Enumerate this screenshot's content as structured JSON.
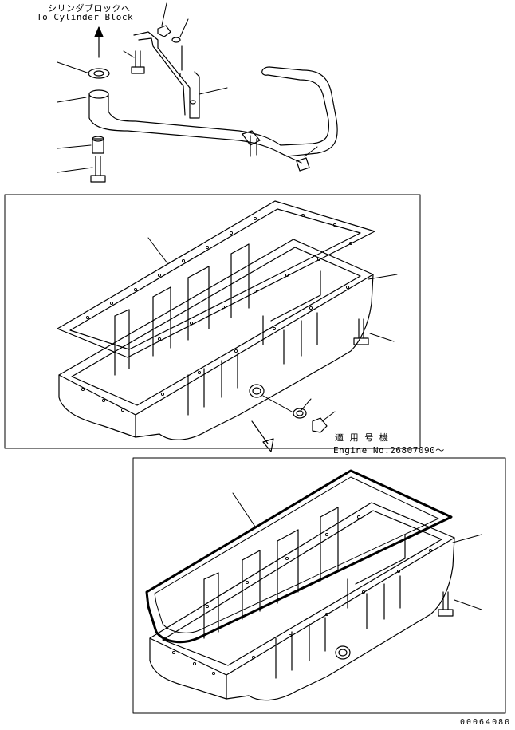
{
  "labels": {
    "to_block_jp": "シリンダブロックへ",
    "to_block_en": "To Cylinder Block",
    "applicable_jp": "適 用 号 機",
    "engine_no": "Engine No.26807090～"
  },
  "drawing_code": "00064080"
}
